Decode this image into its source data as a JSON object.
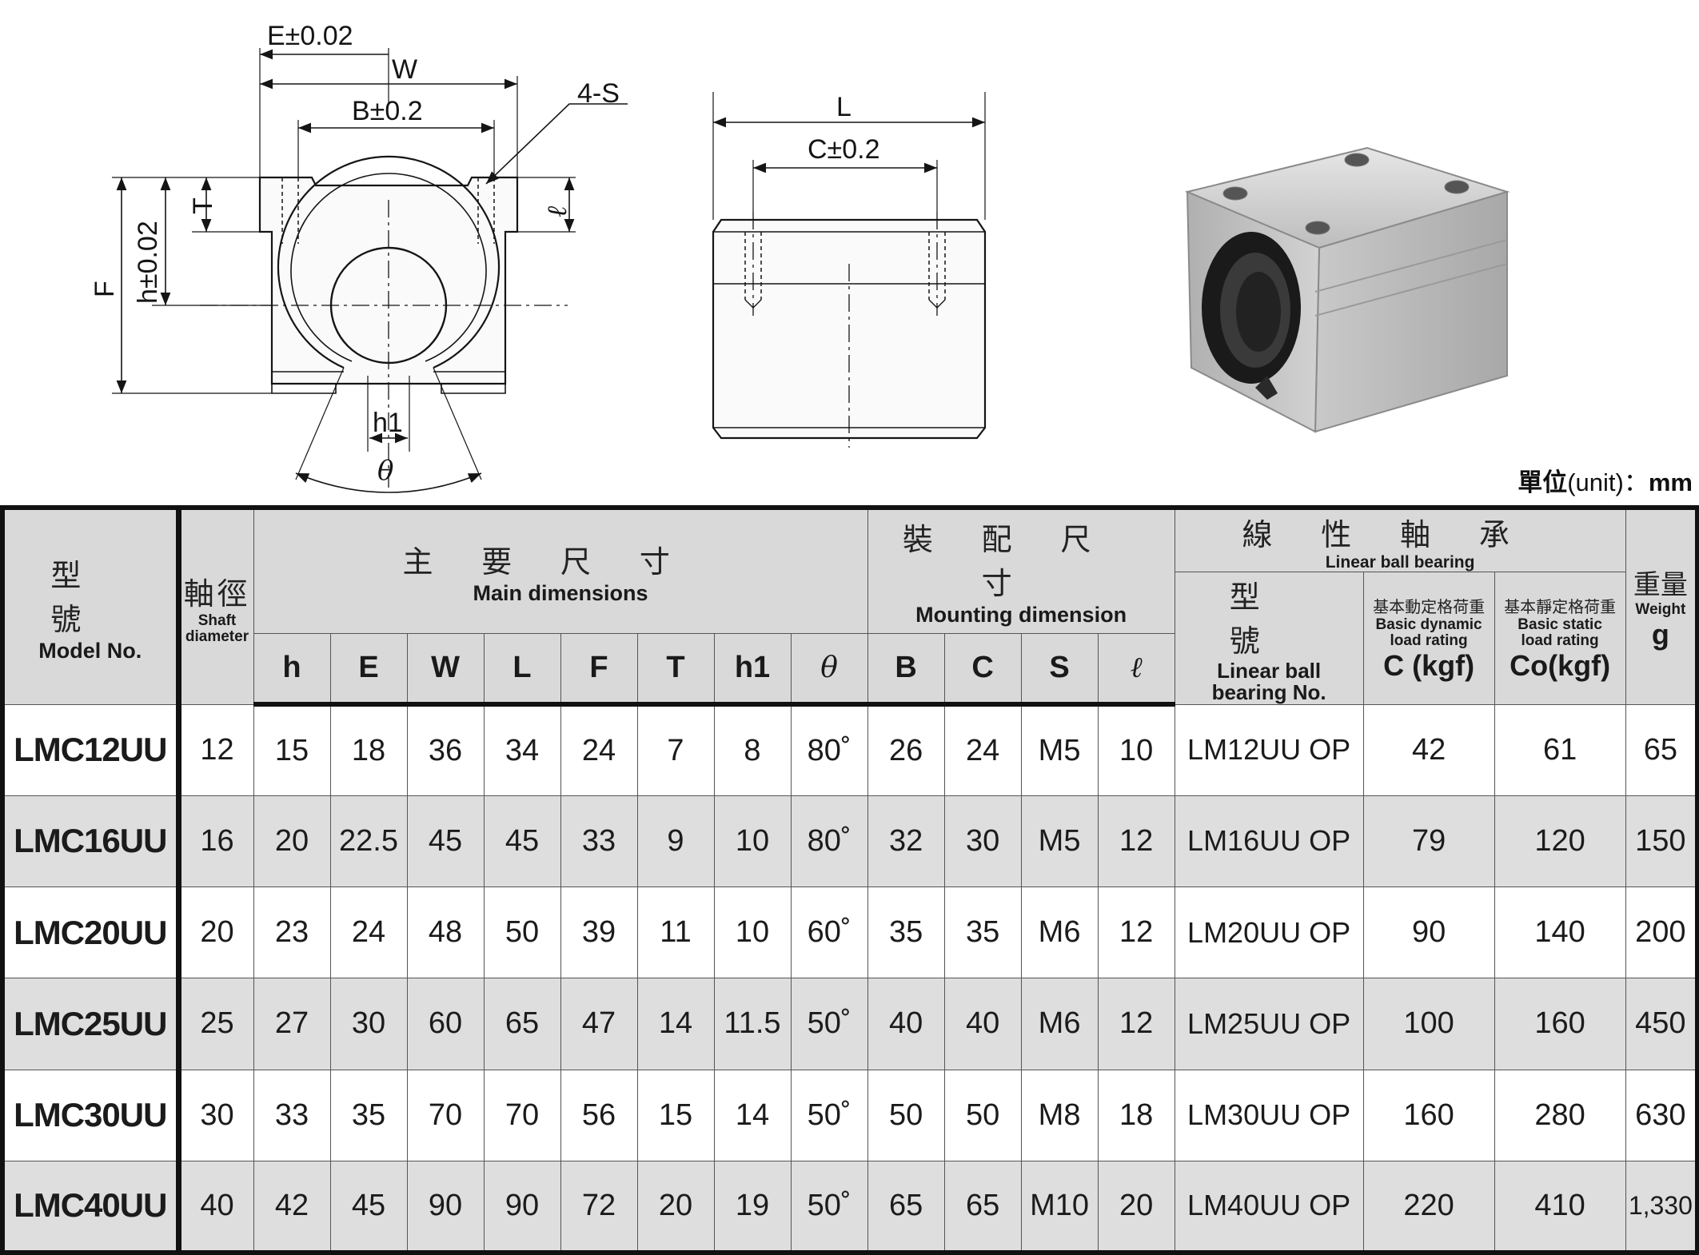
{
  "drawing": {
    "front_view": {
      "e_label": "E±0.02",
      "w_label": "W",
      "b_label": "B±0.2",
      "s_label": "4-S",
      "t_label": "T",
      "f_label": "F",
      "h_label": "h±0.02",
      "l_small_label": "ℓ",
      "h1_label": "h1",
      "theta_label": "θ"
    },
    "side_view": {
      "l_label": "L",
      "c_label": "C±0.2"
    }
  },
  "unit": {
    "prefix": "單位",
    "text": "(unit)：",
    "value": "mm"
  },
  "table": {
    "header": {
      "model_zh": "型  號",
      "model_en": "Model No.",
      "shaft_zh": "軸徑",
      "shaft_en1": "Shaft",
      "shaft_en2": "diameter",
      "main_zh": "主要尺寸",
      "main_en": "Main dimensions",
      "mount_zh": "裝配尺寸",
      "mount_en": "Mounting dimension",
      "bearing_zh": "線性軸承",
      "bearing_en": "Linear ball bearing",
      "bearing_no_zh": "型  號",
      "bearing_no_en1": "Linear ball",
      "bearing_no_en2": "bearing No.",
      "dyn_zh": "基本動定格荷重",
      "dyn_en1": "Basic dynamic",
      "dyn_en2": "load rating",
      "dyn_sym": "C (kgf)",
      "stat_zh": "基本靜定格荷重",
      "stat_en1": "Basic static",
      "stat_en2": "load rating",
      "stat_sym": "Co(kgf)",
      "weight_zh": "重量",
      "weight_en": "Weight",
      "weight_unit": "g",
      "cols_main": [
        "h",
        "E",
        "W",
        "L",
        "F",
        "T",
        "h1",
        "θ"
      ],
      "cols_mount": [
        "B",
        "C",
        "S",
        "ℓ"
      ]
    },
    "rows": [
      {
        "model": "LMC12UU",
        "shaft": "12",
        "h": "15",
        "E": "18",
        "W": "36",
        "L": "34",
        "F": "24",
        "T": "7",
        "h1": "8",
        "theta": "80˚",
        "B": "26",
        "C": "24",
        "S": "M5",
        "l": "10",
        "bearing": "LM12UU OP",
        "dyn": "42",
        "stat": "61",
        "weight": "65"
      },
      {
        "model": "LMC16UU",
        "shaft": "16",
        "h": "20",
        "E": "22.5",
        "W": "45",
        "L": "45",
        "F": "33",
        "T": "9",
        "h1": "10",
        "theta": "80˚",
        "B": "32",
        "C": "30",
        "S": "M5",
        "l": "12",
        "bearing": "LM16UU OP",
        "dyn": "79",
        "stat": "120",
        "weight": "150"
      },
      {
        "model": "LMC20UU",
        "shaft": "20",
        "h": "23",
        "E": "24",
        "W": "48",
        "L": "50",
        "F": "39",
        "T": "11",
        "h1": "10",
        "theta": "60˚",
        "B": "35",
        "C": "35",
        "S": "M6",
        "l": "12",
        "bearing": "LM20UU OP",
        "dyn": "90",
        "stat": "140",
        "weight": "200"
      },
      {
        "model": "LMC25UU",
        "shaft": "25",
        "h": "27",
        "E": "30",
        "W": "60",
        "L": "65",
        "F": "47",
        "T": "14",
        "h1": "11.5",
        "theta": "50˚",
        "B": "40",
        "C": "40",
        "S": "M6",
        "l": "12",
        "bearing": "LM25UU OP",
        "dyn": "100",
        "stat": "160",
        "weight": "450"
      },
      {
        "model": "LMC30UU",
        "shaft": "30",
        "h": "33",
        "E": "35",
        "W": "70",
        "L": "70",
        "F": "56",
        "T": "15",
        "h1": "14",
        "theta": "50˚",
        "B": "50",
        "C": "50",
        "S": "M8",
        "l": "18",
        "bearing": "LM30UU OP",
        "dyn": "160",
        "stat": "280",
        "weight": "630"
      },
      {
        "model": "LMC40UU",
        "shaft": "40",
        "h": "42",
        "E": "45",
        "W": "90",
        "L": "90",
        "F": "72",
        "T": "20",
        "h1": "19",
        "theta": "50˚",
        "B": "65",
        "C": "65",
        "S": "M10",
        "l": "20",
        "bearing": "LM40UU OP",
        "dyn": "220",
        "stat": "410",
        "weight": "1,330"
      }
    ]
  }
}
